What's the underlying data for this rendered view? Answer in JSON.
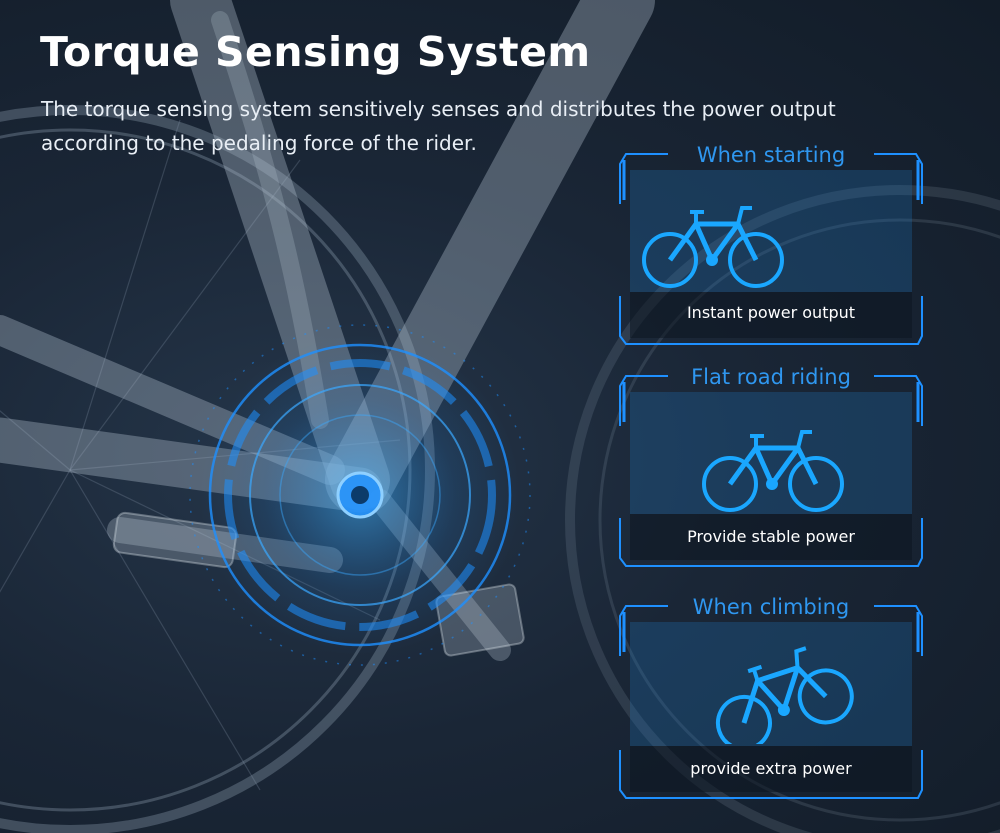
{
  "header": {
    "title": "Torque Sensing System",
    "description": "The torque sensing system sensitively senses and distributes the power output according to the pedaling force of the rider."
  },
  "panels": [
    {
      "heading": "When starting",
      "caption": "Instant power output",
      "bike_icon": "bicycle-icon"
    },
    {
      "heading": "Flat road riding",
      "caption": "Provide stable power",
      "bike_icon": "bicycle-icon"
    },
    {
      "heading": "When climbing",
      "caption": "provide extra power",
      "bike_icon": "bicycle-icon"
    }
  ],
  "colors": {
    "accent": "#1e90ff",
    "bike_blue": "#1aa7ff",
    "background": "#1a2636"
  }
}
